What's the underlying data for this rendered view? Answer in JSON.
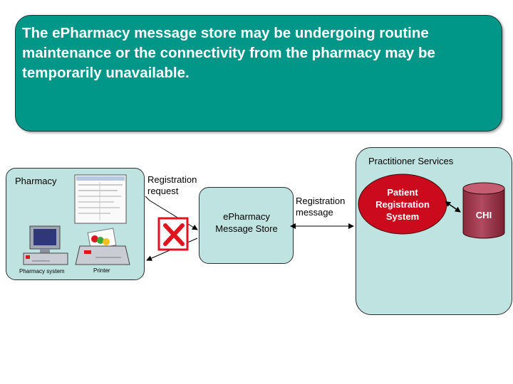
{
  "banner": {
    "text": "The ePharmacy message store may be undergoing routine maintenance or the connectivity from the pharmacy may be temporarily unavailable."
  },
  "practitioner_services": {
    "label": "Practitioner Services"
  },
  "pharmacy": {
    "label": "Pharmacy",
    "system_caption": "Pharmacy system",
    "printer_caption": "Printer"
  },
  "registration_request": {
    "label": "Registration request"
  },
  "store": {
    "label": "ePharmacy Message Store"
  },
  "registration_message": {
    "label": "Registration message"
  },
  "patient_registration": {
    "label": "Patient Registration System"
  },
  "chi": {
    "label": "CHI"
  },
  "colors": {
    "banner": "#009688",
    "region": "#bfe3e0",
    "error": "#e0141e"
  }
}
